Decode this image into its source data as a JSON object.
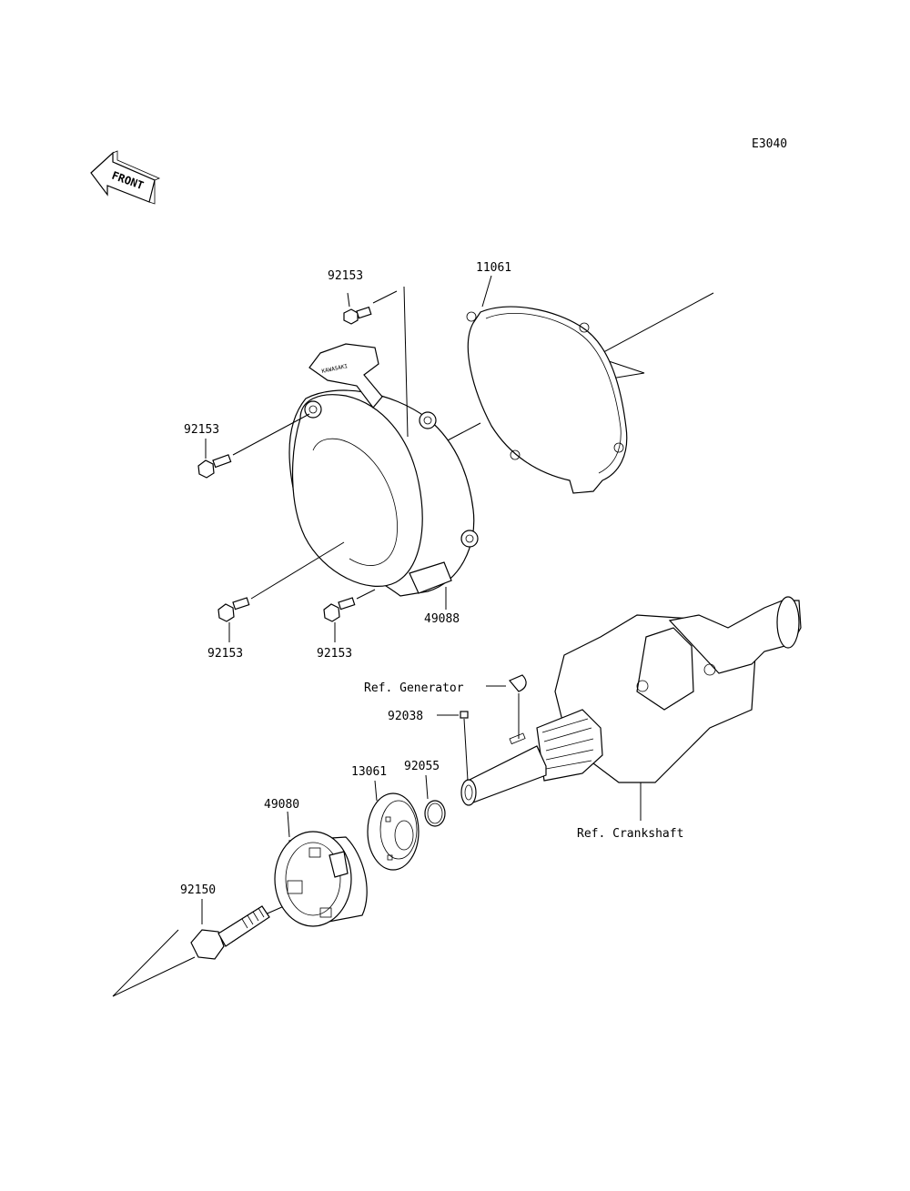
{
  "diagram_code": "E3040",
  "front_marker": "FRONT",
  "cover_logo": "KAWASAKI",
  "labels": {
    "bolt_top": "92153",
    "gasket": "11061",
    "bolt_left": "92153",
    "cover": "49088",
    "bolt_bottom_left": "92153",
    "bolt_bottom_mid": "92153",
    "ref_generator": "Ref. Generator",
    "key": "92038",
    "oring": "92055",
    "plate": "13061",
    "pulley": "49080",
    "bolt_main": "92150",
    "ref_crankshaft": "Ref. Crankshaft"
  }
}
